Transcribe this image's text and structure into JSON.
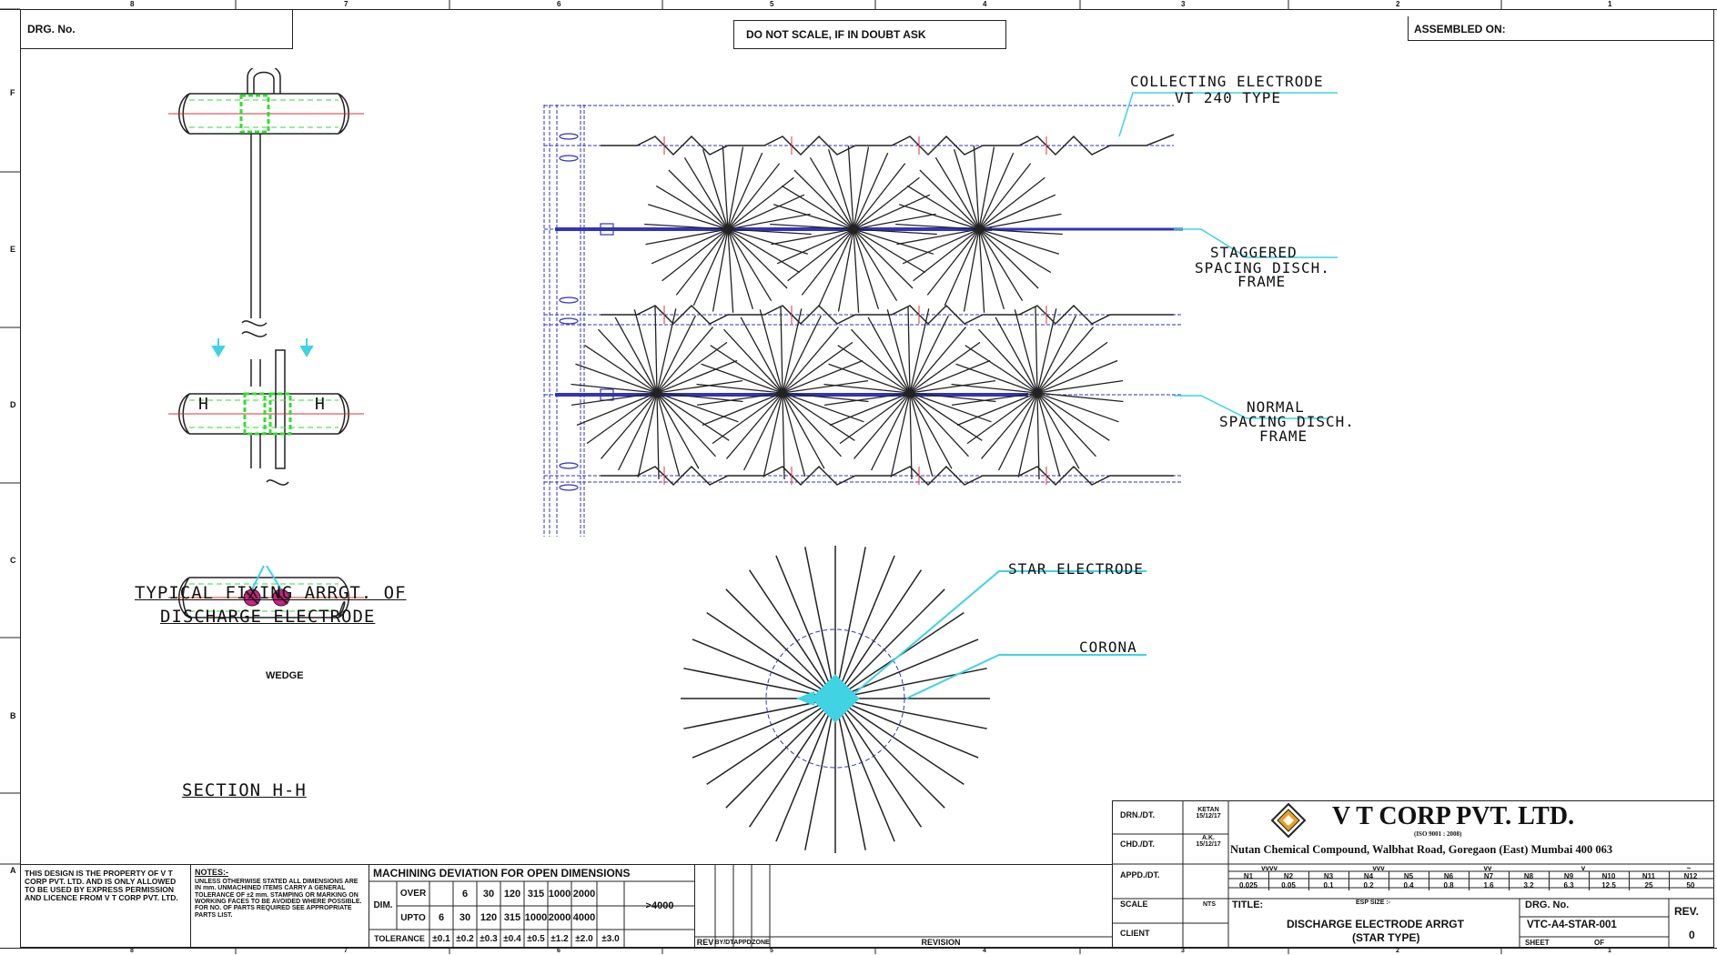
{
  "header": {
    "drg_no_label": "DRG. No.",
    "scale_note": "DO NOT SCALE, IF IN DOUBT ASK",
    "assembled_on_label": "ASSEMBLED ON:"
  },
  "grid": {
    "columns": [
      "8",
      "7",
      "6",
      "5",
      "4",
      "3",
      "2",
      "1"
    ],
    "rows": [
      "F",
      "E",
      "D",
      "C",
      "B",
      "A"
    ]
  },
  "left_view": {
    "section_markers": [
      "H",
      "H"
    ],
    "caption_line1": "TYPICAL FIXING ARRGT. OF",
    "caption_line2": "DISCHARGE ELECTRODE",
    "wedge_label": "WEDGE",
    "section_label": "SECTION H-H"
  },
  "center_view": {
    "collecting_electrode": "COLLECTING ELECTRODE",
    "collecting_type": "VT 240 TYPE",
    "staggered_1": "STAGGERED",
    "staggered_2": "SPACING DISCH.",
    "staggered_3": "FRAME",
    "normal_1": "NORMAL",
    "normal_2": "SPACING DISCH.",
    "normal_3": "FRAME",
    "star_electrode": "STAR ELECTRODE",
    "corona": "CORONA"
  },
  "colors": {
    "cyan": "#3fd3e3",
    "green": "#33dd33",
    "blue_dash": "#3333bb",
    "red_axis": "#d33",
    "magenta": "#d02080"
  },
  "title_block": {
    "property_note": "THIS DESIGN IS THE PROPERTY OF V T CORP PVT. LTD. AND IS ONLY ALLOWED TO BE USED BY EXPRESS PERMISSION AND LICENCE FROM V T CORP PVT. LTD.",
    "notes_heading": "NOTES:-",
    "notes_text": "UNLESS OTHERWISE STATED ALL DIMENSIONS ARE IN mm. UNMACHINED ITEMS CARRY A GENERAL TOLERANCE OF ±2 mm. STAMPING OR MARKING ON WORKING FACES TO BE AVOIDED WHERE POSSIBLE. FOR NO. OF PARTS REQUIRED SEE APPROPRIATE PARTS LIST.",
    "machining_title": "MACHINING DEVIATION FOR OPEN DIMENSIONS",
    "dim_label": "DIM.",
    "over_label": "OVER",
    "upto_label": "UPTO",
    "tolerance_label": "TOLERANCE",
    "over_values": [
      "6",
      "30",
      "120",
      "315",
      "1000",
      "2000"
    ],
    "upto_values": [
      "6",
      "30",
      "120",
      "315",
      "1000",
      "2000",
      "4000"
    ],
    "over_4000": ">4000",
    "tolerance_values": [
      "±0.1",
      "±0.2",
      "±0.3",
      "±0.4",
      "±0.5",
      "±1.2",
      "±2.0",
      "±3.0"
    ],
    "rev_headers": [
      "REV",
      "BY/DT",
      "APPD",
      "ZONE"
    ],
    "revision_label": "REVISION",
    "drn_label": "DRN./DT.",
    "drn_value": "KETAN 15/12/17",
    "chd_label": "CHD./DT.",
    "chd_value": "A.K. 15/12/17",
    "appd_label": "APPD./DT.",
    "scale_label": "SCALE",
    "scale_value": "NTS",
    "client_label": "CLIENT",
    "company_name": "V T CORP PVT. LTD.",
    "iso_note": "(ISO 9001 : 2008)",
    "address": "Nutan Chemical Compound, Walbhat Road, Goregaon (East) Mumbai 400 063",
    "finish_symbols": [
      "vvvv",
      "vvv",
      "vv",
      "v",
      "~"
    ],
    "finish_codes": [
      "N1",
      "N2",
      "N3",
      "N4",
      "N5",
      "N6",
      "N7",
      "N8",
      "N9",
      "N10",
      "N11",
      "N12"
    ],
    "finish_values": [
      "0.025",
      "0.05",
      "0.1",
      "0.2",
      "0.4",
      "0.8",
      "1.6",
      "3.2",
      "6.3",
      "12.5",
      "25",
      "50"
    ],
    "title_label": "TITLE:",
    "esp_size_label": "ESP SIZE :-",
    "title_line1": "DISCHARGE ELECTRODE ARRGT",
    "title_line2": "(STAR TYPE)",
    "drg_no_label": "DRG. No.",
    "drg_no_value": "VTC-A4-STAR-001",
    "rev_label": "REV.",
    "rev_value": "0",
    "sheet_label": "SHEET",
    "of_label": "OF"
  }
}
